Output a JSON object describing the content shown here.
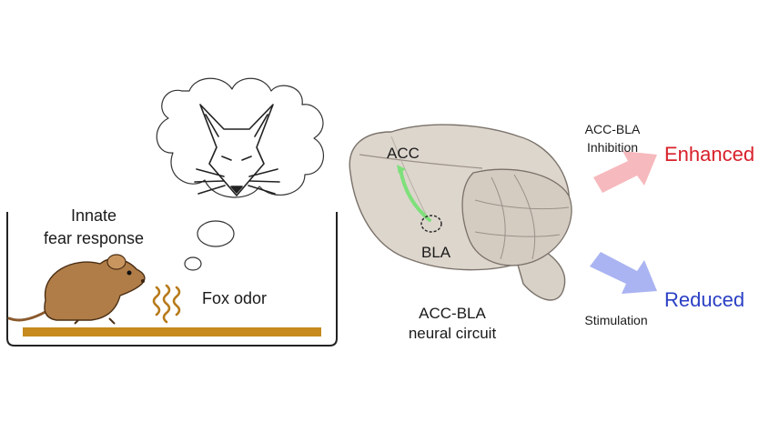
{
  "left_panel": {
    "innate_line1": "Innate",
    "innate_line2": "fear response",
    "fox_odor": "Fox odor"
  },
  "brain": {
    "acc": "ACC",
    "bla": "BLA",
    "circuit_line1": "ACC-BLA",
    "circuit_line2": "neural circuit"
  },
  "outcomes": {
    "inhibition_line1": "ACC-BLA",
    "inhibition_line2": "Inhibition",
    "enhanced": "Enhanced",
    "stimulation": "Stimulation",
    "reduced": "Reduced"
  },
  "colors": {
    "enhanced_text": "#d8202a",
    "reduced_text": "#2a3fc4",
    "enhanced_arrow": "#f6b9bd",
    "reduced_arrow": "#aab4f2",
    "pathway": "#7ee07a",
    "mouse": "#b07d48",
    "floor": "#c68a1e",
    "brain": "#ddd6cd"
  },
  "icons": [
    "fox-head-icon",
    "mouse-icon",
    "odor-waves-icon",
    "brain-icon",
    "up-arrow-icon",
    "down-arrow-icon"
  ]
}
